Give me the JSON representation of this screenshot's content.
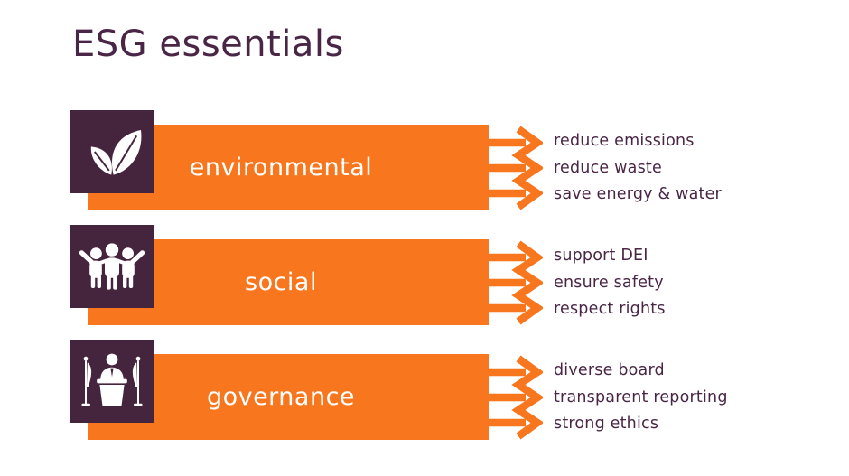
{
  "title": "ESG essentials",
  "colors": {
    "orange": "#F8771E",
    "plum": "#45243E",
    "text": "#4A2646",
    "bar_label": "#FFFFFF",
    "background": "#FFFFFF"
  },
  "rows": [
    {
      "label": "environmental",
      "icon": "leaves-icon",
      "items": [
        "reduce emissions",
        "reduce waste",
        "save energy & water"
      ]
    },
    {
      "label": "social",
      "icon": "people-icon",
      "items": [
        "support DEI",
        "ensure safety",
        "respect rights"
      ]
    },
    {
      "label": "governance",
      "icon": "podium-icon",
      "items": [
        "diverse board",
        "transparent reporting",
        "strong ethics"
      ]
    }
  ]
}
